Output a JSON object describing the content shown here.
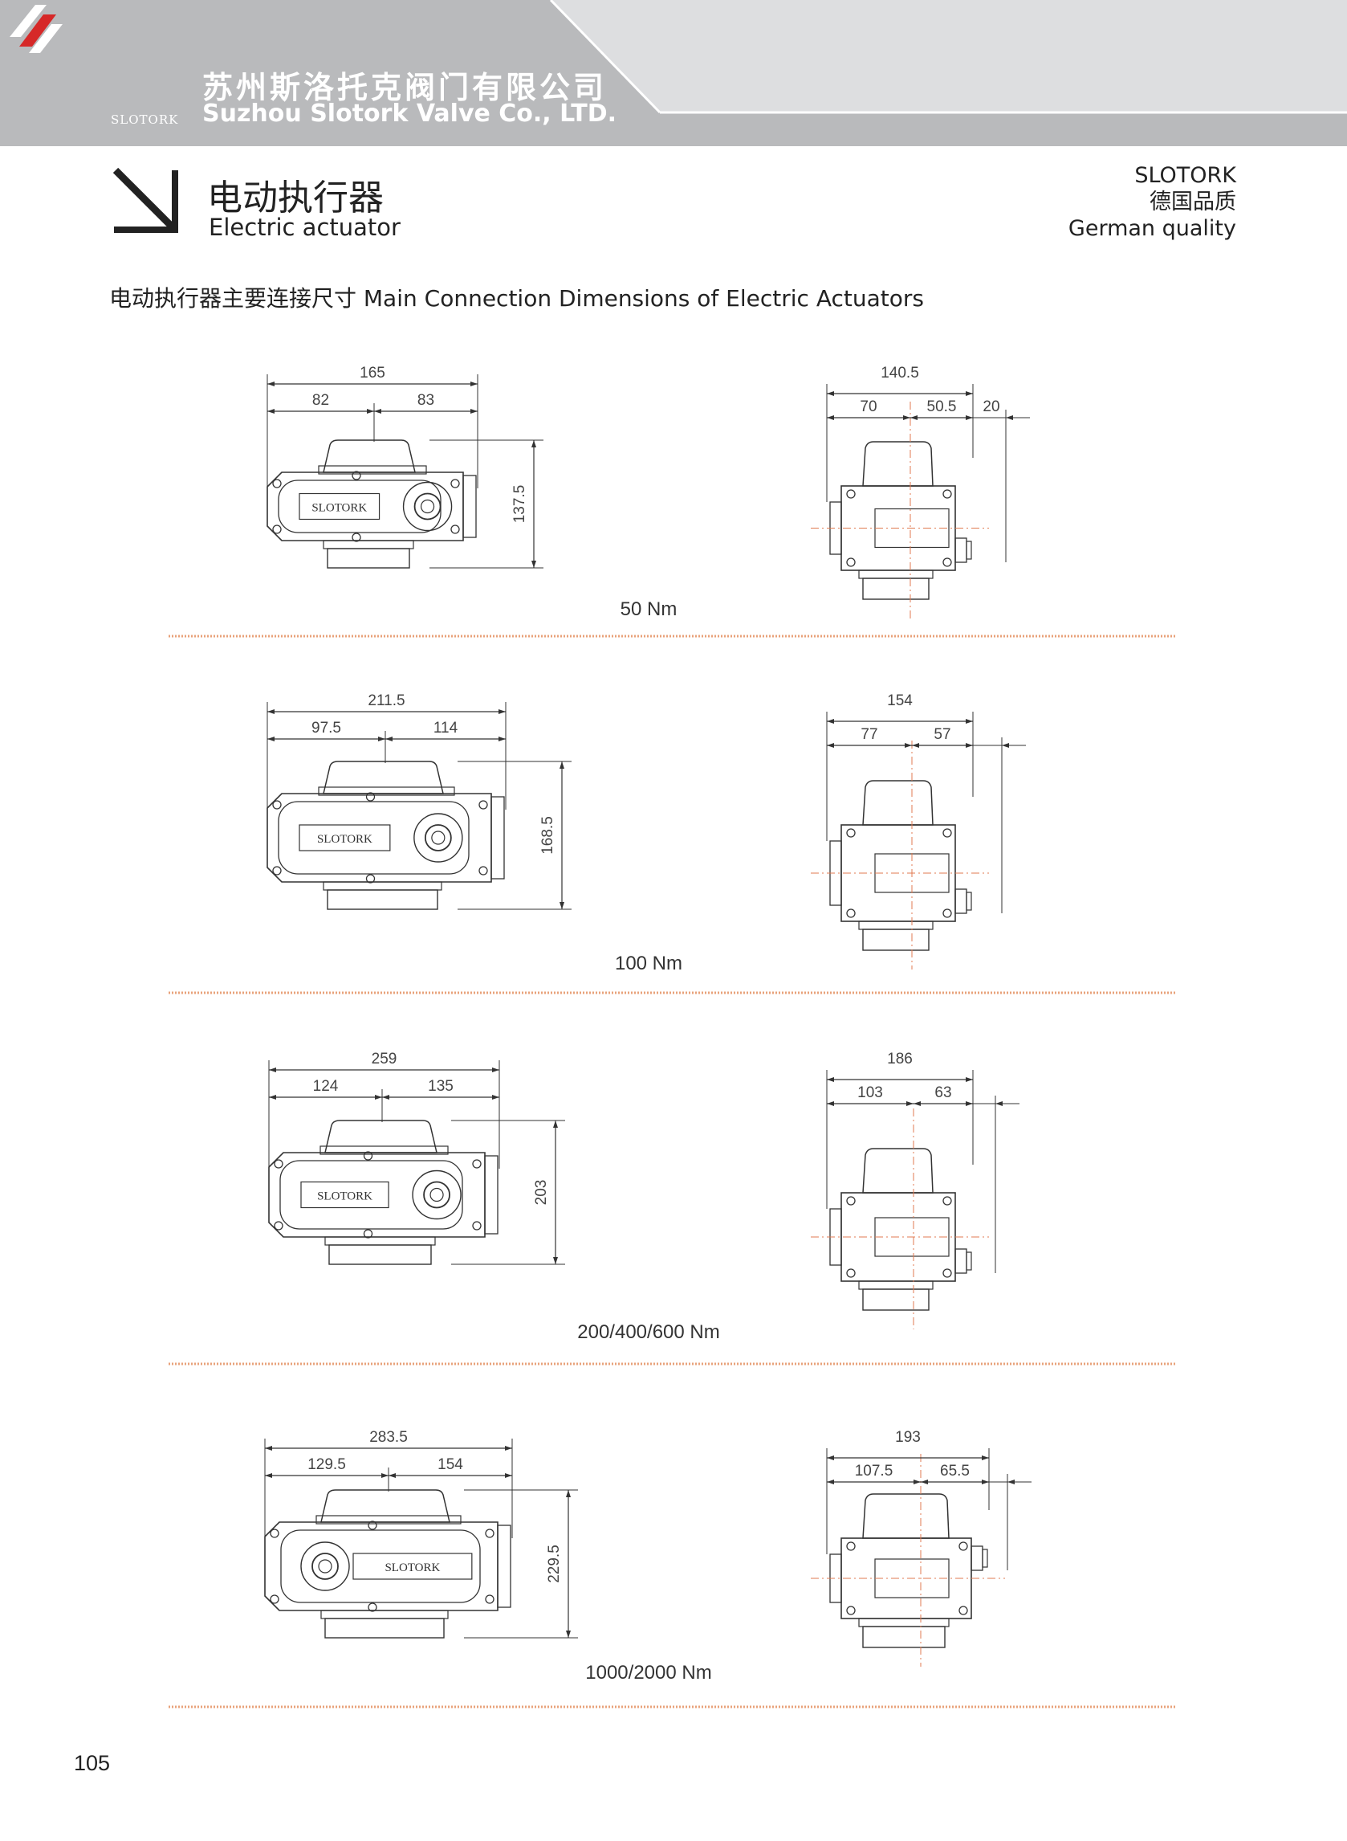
{
  "header": {
    "company_cn": "苏州斯洛托克阀门有限公司",
    "company_en": "Suzhou Slotork Valve Co., LTD.",
    "logo_text": "SLOTORK",
    "band_color": "#b8b9bb",
    "band_light_color": "#dcdddf"
  },
  "section": {
    "title_cn": "电动执行器",
    "title_en": "Electric actuator",
    "brand": "SLOTORK",
    "brand_cn": "德国品质",
    "brand_en": "German quality"
  },
  "subtitle": "电动执行器主要连接尺寸 Main Connection Dimensions of Electric Actuators",
  "label_brand": "SLOTORK",
  "models": [
    {
      "torque": "50 Nm",
      "front": {
        "total": "165",
        "left": "82",
        "right": "83",
        "height": "137.5"
      },
      "side": {
        "total": "140.5",
        "left": "70",
        "right": "50.5",
        "extra": "20"
      }
    },
    {
      "torque": "100 Nm",
      "front": {
        "total": "211.5",
        "left": "97.5",
        "right": "114",
        "height": "168.5"
      },
      "side": {
        "total": "154",
        "left": "77",
        "right": "57",
        "extra": ""
      }
    },
    {
      "torque": "200/400/600 Nm",
      "front": {
        "total": "259",
        "left": "124",
        "right": "135",
        "height": "203"
      },
      "side": {
        "total": "186",
        "left": "103",
        "right": "63",
        "extra": ""
      }
    },
    {
      "torque": "1000/2000 Nm",
      "front": {
        "total": "283.5",
        "left": "129.5",
        "right": "154",
        "height": "229.5"
      },
      "side": {
        "total": "193",
        "left": "107.5",
        "right": "65.5",
        "extra": ""
      }
    }
  ],
  "page_number": "105",
  "colors": {
    "divider": "#e8a27a",
    "centerline": "#e07a50",
    "line": "#333333"
  }
}
